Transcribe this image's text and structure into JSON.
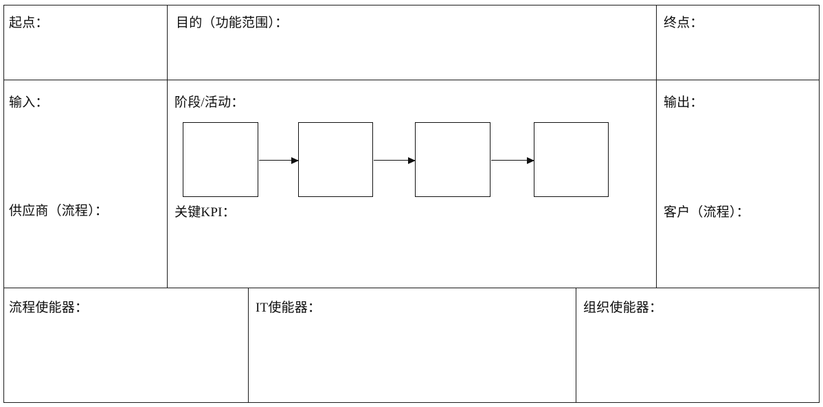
{
  "document": {
    "type": "process-definition-sheet",
    "colors": {
      "border": "#1a1a1a",
      "box_border": "#111111",
      "text": "#0d0d0d",
      "background": "#ffffff"
    }
  },
  "cells": {
    "trigger": {
      "label": "起点：",
      "value": ""
    },
    "purpose": {
      "label": "目的（功能范围）：",
      "value": ""
    },
    "end": {
      "label": "终点：",
      "value": ""
    },
    "input": {
      "label": "输入：",
      "value": ""
    },
    "supplier": {
      "label": "供应商（流程）：",
      "value": ""
    },
    "stages": {
      "label": "阶段/活动：",
      "value": ""
    },
    "kpi": {
      "label": "关键KPI：",
      "value": ""
    },
    "output": {
      "label": "输出：",
      "value": ""
    },
    "customer": {
      "label": "客户（流程）：",
      "value": ""
    },
    "process_enabler": {
      "label": "流程使能器：",
      "value": ""
    },
    "it_enabler": {
      "label": "IT使能器：",
      "value": ""
    },
    "org_enabler": {
      "label": "组织使能器：",
      "value": ""
    }
  },
  "flow": {
    "boxes": [
      {
        "name": "stage-box-1",
        "label": ""
      },
      {
        "name": "stage-box-2",
        "label": ""
      },
      {
        "name": "stage-box-3",
        "label": ""
      },
      {
        "name": "stage-box-4",
        "label": ""
      }
    ],
    "connectors": [
      {
        "name": "arrow-1-to-2"
      },
      {
        "name": "arrow-2-to-3"
      },
      {
        "name": "arrow-3-to-4"
      }
    ]
  }
}
